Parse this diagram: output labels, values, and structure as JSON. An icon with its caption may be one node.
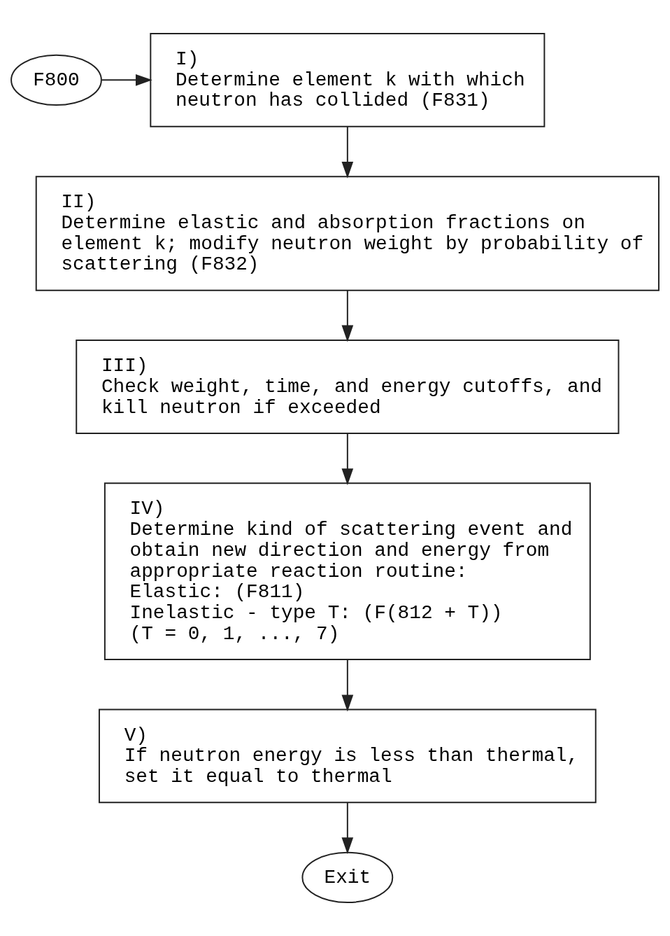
{
  "diagram": {
    "nodes": [
      {
        "text": [
          "F800"
        ]
      },
      {
        "text": [
          "I)",
          "Determine element k with which neutron has collided (F831)"
        ]
      },
      {
        "text": [
          "II)",
          "Determine elastic and absorption fractions on element k; modify neutron weight by probability of scattering (F832)"
        ]
      },
      {
        "text": [
          "III)",
          "Check weight, time, and energy cutoffs, and kill neutron if exceeded"
        ]
      },
      {
        "text": [
          "IV)",
          "Determine kind of scattering event and obtain new direction and energy from appropriate reaction routine:",
          "Elastic: (F811)",
          "Inelastic - type T: (F(812 + T))",
          "(T = 0, 1, ..., 7)"
        ]
      },
      {
        "text": [
          "V)",
          "If neutron energy is less than thermal, set it equal to thermal"
        ]
      },
      {
        "text": [
          "Exit"
        ]
      }
    ],
    "edges": [
      {
        "from": 0,
        "to": 1,
        "arrow": "to"
      },
      {
        "from": 1,
        "to": 2,
        "arrow": "to"
      },
      {
        "from": 2,
        "to": 3,
        "arrow": "to"
      },
      {
        "from": 3,
        "to": 4,
        "arrow": "to"
      },
      {
        "from": 4,
        "to": 5,
        "arrow": "to"
      },
      {
        "from": 5,
        "to": 6,
        "arrow": "to"
      }
    ]
  }
}
